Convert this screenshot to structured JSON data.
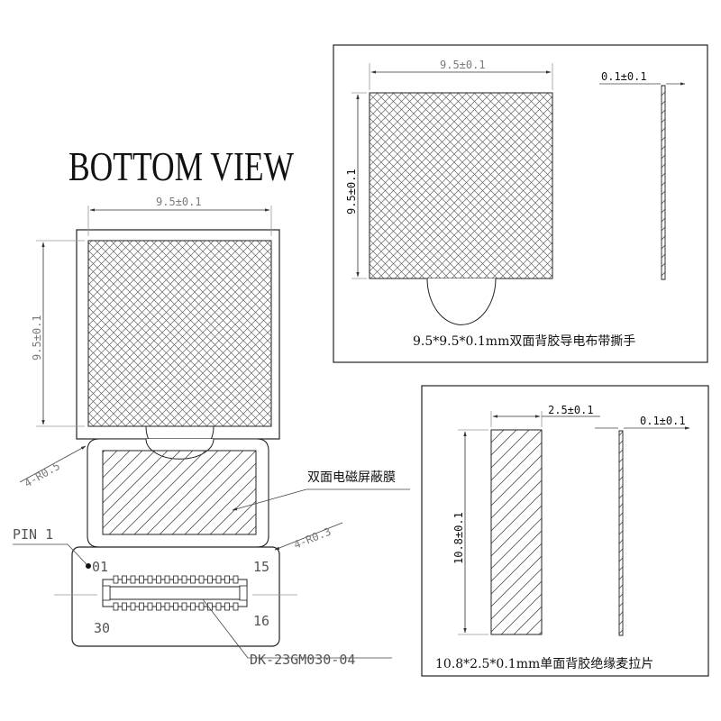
{
  "title": "BOTTOM VIEW",
  "bottom_view": {
    "width_dim": "9.5±0.1",
    "height_dim": "9.5±0.1",
    "corner_radius_top": "4-R0.5",
    "corner_radius_bottom": "4-R0.3",
    "shield_label": "双面电磁屏蔽膜",
    "pin1_label": "PIN 1",
    "pin_01": "01",
    "pin_15": "15",
    "pin_16": "16",
    "pin_30": "30",
    "connector_part": "DK-23GM030-04"
  },
  "panel_tape": {
    "width_dim": "9.5±0.1",
    "height_dim": "9.5±0.1",
    "thickness_dim": "0.1±0.1",
    "caption": "9.5*9.5*0.1mm双面背胶导电布带撕手"
  },
  "panel_mylar": {
    "width_dim": "2.5±0.1",
    "height_dim": "10.8±0.1",
    "thickness_dim": "0.1±0.1",
    "caption": "10.8*2.5*0.1mm单面背胶绝缘麦拉片"
  }
}
